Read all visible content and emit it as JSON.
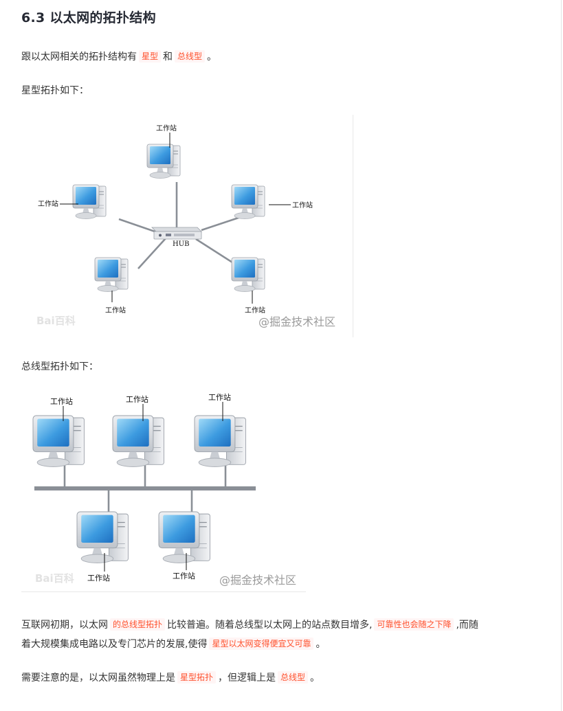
{
  "heading": "6.3 以太网的拓扑结构",
  "intro": {
    "before": "跟以太网相关的拓扑结构有",
    "tag1": "星型",
    "middle": "和",
    "tag2": "总线型",
    "after": "。"
  },
  "star_caption": "星型拓扑如下：",
  "bus_caption": "总线型拓扑如下：",
  "star_figure": {
    "hub_label": "HUB",
    "workstation_label": "工作站",
    "watermark": "@掘金技术社区",
    "baidu_watermark": "Bai百科"
  },
  "bus_figure": {
    "workstation_label": "工作站",
    "watermark": "@掘金技术社区",
    "baidu_watermark": "Bai百科"
  },
  "para1": {
    "line1_a": "互联网初期，以太网",
    "tag1": "的总线型拓扑",
    "line1_b": "比较普遍。随着总线型以太网上的站点数目增多,",
    "tag2": "可靠性也会随之下降",
    "line1_c": ",而随",
    "line2_a": "着大规模集成电路以及专门芯片的发展,使得",
    "tag3": "星型以太网变得便宜又可靠",
    "line2_b": "。"
  },
  "para2": {
    "a": "需要注意的是，以太网虽然物理上是",
    "tag1": "星型拓扑",
    "b": "，但逻辑上是",
    "tag2": "总线型",
    "c": "。"
  },
  "colors": {
    "inline_code_text": "#ff502c",
    "inline_code_bg": "#fff5f5",
    "heading": "#252933"
  }
}
